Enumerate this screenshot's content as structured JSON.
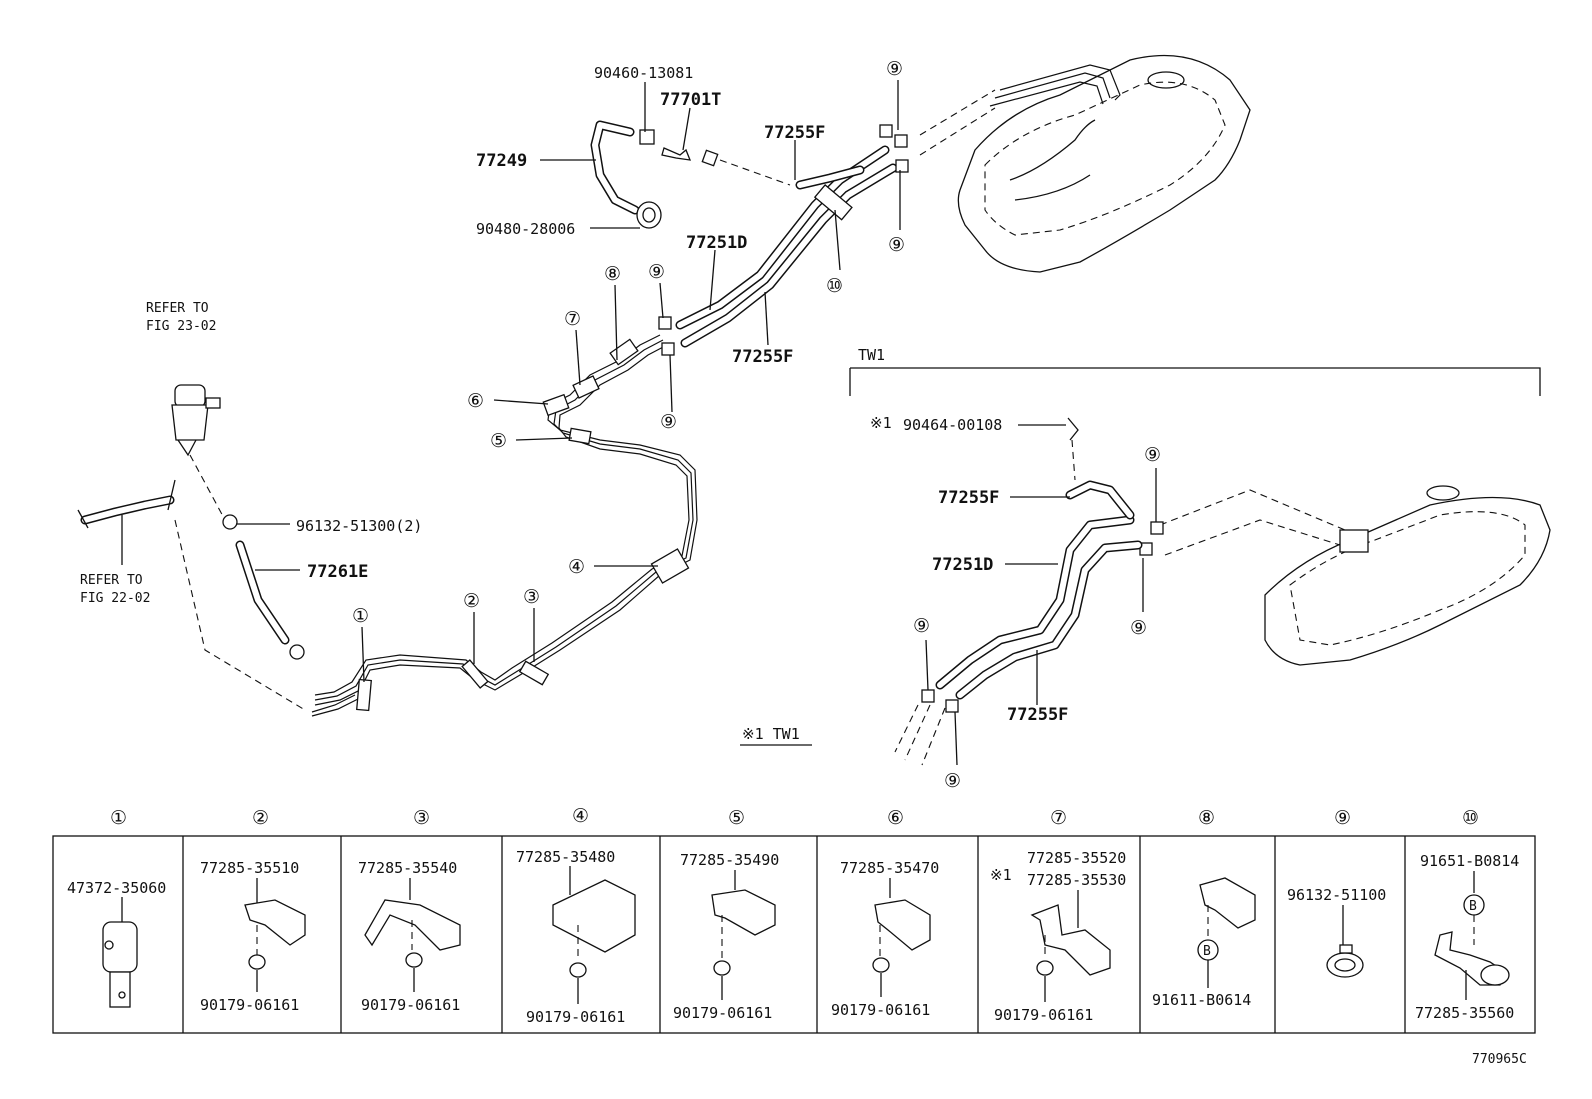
{
  "diagram": {
    "left_labels": {
      "refer_top_1": "REFER TO",
      "refer_top_2": "FIG 23-02",
      "refer_bottom_1": "REFER TO",
      "refer_bottom_2": "FIG 22-02",
      "p96132_51300": "96132-51300(2)",
      "p77261E": "77261E"
    },
    "center_labels": {
      "p90460_13081": "90460-13081",
      "p77701T": "77701T",
      "p77249": "77249",
      "p90480_28006": "90480-28006",
      "p77255F_top": "77255F",
      "p77251D": "77251D",
      "p77255F_mid": "77255F",
      "tw1_note": "※1 TW1"
    },
    "tw1": {
      "title": "TW1",
      "note": "※1",
      "p90464_00108": "90464-00108",
      "p77255F_a": "77255F",
      "p77251D": "77251D",
      "p77255F_b": "77255F"
    },
    "callouts": [
      "①",
      "②",
      "③",
      "④",
      "⑤",
      "⑥",
      "⑦",
      "⑧",
      "⑨",
      "⑩"
    ],
    "table": [
      {
        "num": "①",
        "parts": [
          "47372-35060"
        ]
      },
      {
        "num": "②",
        "parts": [
          "77285-35510",
          "90179-06161"
        ]
      },
      {
        "num": "③",
        "parts": [
          "77285-35540",
          "90179-06161"
        ]
      },
      {
        "num": "④",
        "parts": [
          "77285-35480",
          "90179-06161"
        ]
      },
      {
        "num": "⑤",
        "parts": [
          "77285-35490",
          "90179-06161"
        ]
      },
      {
        "num": "⑥",
        "parts": [
          "77285-35470",
          "90179-06161"
        ]
      },
      {
        "num": "⑦",
        "note": "※1",
        "parts": [
          "77285-35520",
          "77285-35530",
          "90179-06161"
        ]
      },
      {
        "num": "⑧",
        "marker": "B",
        "parts": [
          "91611-B0614"
        ]
      },
      {
        "num": "⑨",
        "parts": [
          "96132-51100"
        ]
      },
      {
        "num": "⑩",
        "marker": "B",
        "parts": [
          "91651-B0814",
          "77285-35560"
        ]
      }
    ],
    "figure_code": "770965C"
  }
}
